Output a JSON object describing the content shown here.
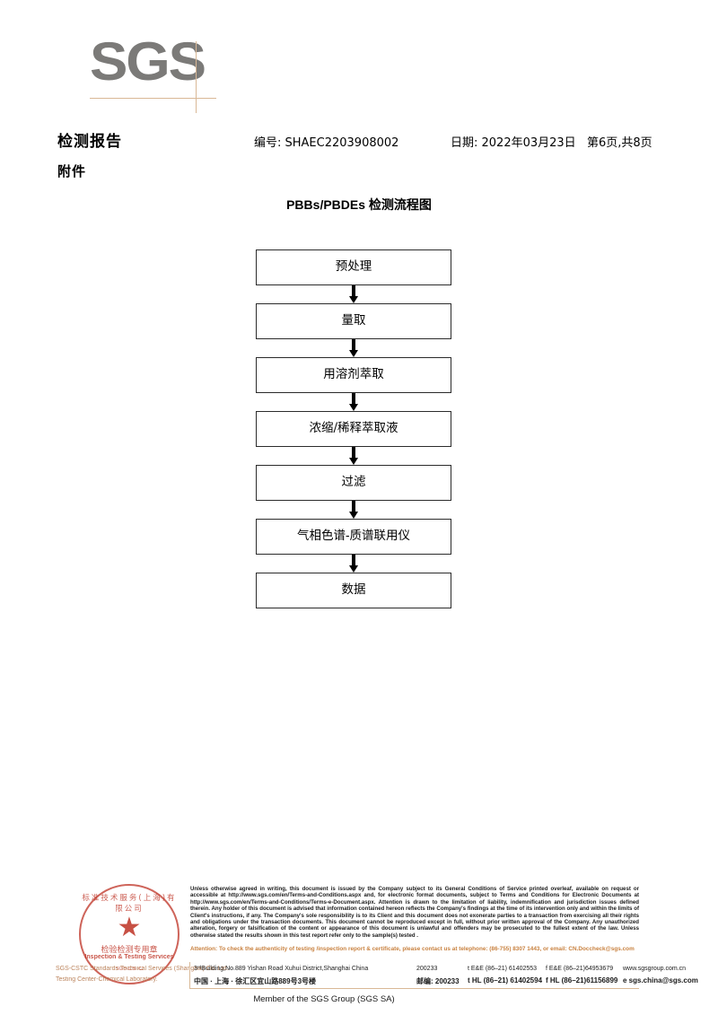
{
  "logo": {
    "text": "SGS"
  },
  "header": {
    "title": "检测报告",
    "subtitle": "附件",
    "report_no": "编号: SHAEC2203908002",
    "date": "日期: 2022年03月23日",
    "page": "第6页,共8页"
  },
  "flowchart": {
    "title": "PBBs/PBDEs 检测流程图",
    "steps": [
      {
        "label": "预处理"
      },
      {
        "label": "量取"
      },
      {
        "label": "用溶剂萃取"
      },
      {
        "label": "浓缩/稀释萃取液"
      },
      {
        "label": "过滤"
      },
      {
        "label": "气相色谱-质谱联用仪"
      },
      {
        "label": "数据"
      }
    ]
  },
  "stamp": {
    "arc_top": "标准技术服务(上海)有限公司",
    "star": "★",
    "cn": "检验检测专用章",
    "en": "Inspection & Testing Services",
    "arc_bottom": "SGS-CSTC",
    "lab_line1": "SGS-CSTC Standards Technical Services (Shanghai) Co. Ltd.",
    "lab_line2": "Testing Center-Chemical Laboratory."
  },
  "footer": {
    "legal": "Unless otherwise agreed in writing, this document is issued by the Company subject to its General Conditions of Service printed overleaf, available on request or accessible at http://www.sgs.com/en/Terms-and-Conditions.aspx and, for electronic format documents, subject to Terms and Conditions for Electronic Documents at http://www.sgs.com/en/Terms-and-Conditions/Terms-e-Document.aspx. Attention is drawn to the limitation of liability, indemnification and jurisdiction issues defined therein. Any holder of this document is advised that information contained hereon reflects the Company's findings at the time of its intervention only and within the limits of Client's instructions, if any. The Company's sole responsibility is to its Client and this document does not exonerate parties to a transaction from exercising all their rights and obligations under the transaction documents. This document cannot be reproduced except in full, without prior written approval of the Company. Any unauthorized alteration, forgery or falsification of the content or appearance of this document is unlawful and offenders may be prosecuted to the fullest extent of the law. Unless otherwise stated the results shown in this test report refer only to the sample(s) tested .",
    "attention": "Attention: To check the authenticity of testing /inspection report & certificate, please contact us at telephone: (86-755) 8307 1443, or email: CN.Doccheck@sgs.com",
    "address_en": "3ʳᵈBuilding,No.889 Yishan Road Xuhui District,Shanghai China",
    "zip_en": "200233",
    "tel_en": "t E&E (86–21) 61402553",
    "fax_en": "f E&E (86–21)64953679",
    "web_en": "www.sgsgroup.com.cn",
    "address_cn": "中国 · 上海 · 徐汇区宜山路889号3号楼",
    "zip_cn": "邮编: 200233",
    "tel_cn": "t HL (86–21) 61402594",
    "fax_cn": "f HL (86–21)61156899",
    "web_cn": "e sgs.china@sgs.com",
    "member": "Member of the SGS Group (SGS SA)"
  },
  "colors": {
    "accent_tan": "#d9b896",
    "logo_gray": "#7b7a78",
    "stamp_red": "#c0392b",
    "attention_orange": "#c8813f"
  }
}
